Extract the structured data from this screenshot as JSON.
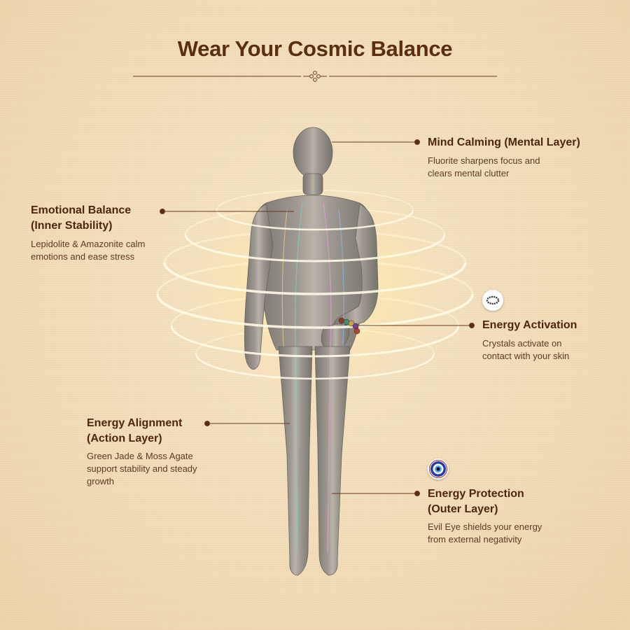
{
  "title": "Wear Your Cosmic Balance",
  "colors": {
    "background": "#f3dfbe",
    "heading": "#5b2d11",
    "text": "#5e3a22",
    "line": "#6b3a1d"
  },
  "callouts": {
    "mind": {
      "label": "Mind Calming (Mental Layer)",
      "desc_line1": "Fluorite sharpens focus and",
      "desc_line2": "clears mental clutter"
    },
    "emotional": {
      "label_line1": "Emotional Balance",
      "label_line2": "(Inner Stability)",
      "desc_line1": "Lepidolite & Amazonite calm",
      "desc_line2": "emotions and ease stress"
    },
    "activation": {
      "label": "Energy Activation",
      "desc_line1": "Crystals activate on",
      "desc_line2": "contact with your skin",
      "icon": "bracelet-icon"
    },
    "alignment": {
      "label_line1": "Energy Alignment",
      "label_line2": "(Action Layer)",
      "desc_line1": "Green Jade & Moss Agate",
      "desc_line2": "support stability and steady",
      "desc_line3": "growth"
    },
    "protection": {
      "label_line1": "Energy Protection",
      "label_line2": "(Outer Layer)",
      "desc_line1": "Evil Eye shields your energy",
      "desc_line2": "from external negativity",
      "icon": "evil-eye-icon"
    }
  }
}
